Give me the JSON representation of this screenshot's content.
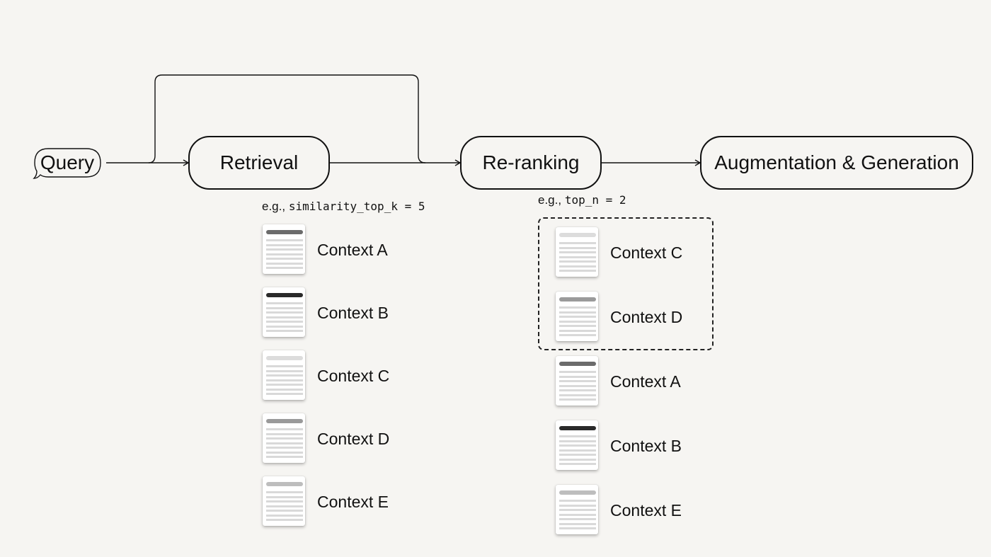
{
  "query": "Query",
  "nodes": {
    "retrieval": "Retrieval",
    "reranking": "Re-ranking",
    "augmentation": "Augmentation & Generation"
  },
  "retrieval_annotation": {
    "prefix": "e.g.,",
    "code": "similarity_top_k = 5"
  },
  "reranking_annotation": {
    "prefix": "e.g.,",
    "code": "top_n = 2"
  },
  "colors": {
    "context_a": "#6b6b6b",
    "context_b": "#2a2a2a",
    "context_c": "#dcdcdc",
    "context_d": "#9a9a9a",
    "context_e": "#bdbdbd"
  },
  "retrieved_contexts": [
    {
      "label": "Context A",
      "color_key": "context_a"
    },
    {
      "label": "Context B",
      "color_key": "context_b"
    },
    {
      "label": "Context C",
      "color_key": "context_c"
    },
    {
      "label": "Context D",
      "color_key": "context_d"
    },
    {
      "label": "Context E",
      "color_key": "context_e"
    }
  ],
  "reranked_contexts": [
    {
      "label": "Context C",
      "color_key": "context_c"
    },
    {
      "label": "Context D",
      "color_key": "context_d"
    },
    {
      "label": "Context A",
      "color_key": "context_a"
    },
    {
      "label": "Context B",
      "color_key": "context_b"
    },
    {
      "label": "Context E",
      "color_key": "context_e"
    }
  ]
}
